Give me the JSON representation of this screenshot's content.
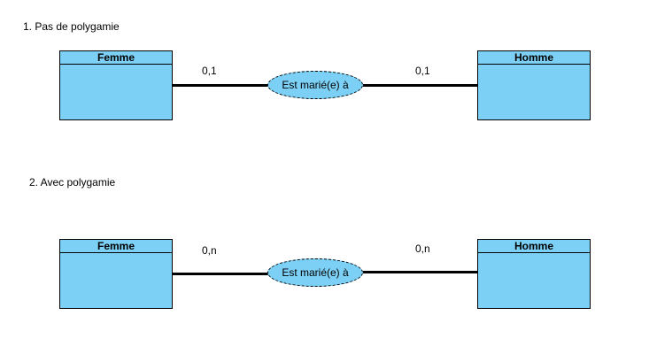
{
  "diagrams": [
    {
      "title": "1. Pas de polygamie",
      "left_entity": "Femme",
      "right_entity": "Homme",
      "relation": "Est marié(e) à",
      "left_cardinality": "0,1",
      "right_cardinality": "0,1"
    },
    {
      "title": "2. Avec polygamie",
      "left_entity": "Femme",
      "right_entity": "Homme",
      "relation": "Est marié(e) à",
      "left_cardinality": "0,n",
      "right_cardinality": "0,n"
    }
  ],
  "colors": {
    "entity_fill": "#7dd0f5",
    "relation_fill": "#7dd0f5",
    "line": "#000000"
  }
}
